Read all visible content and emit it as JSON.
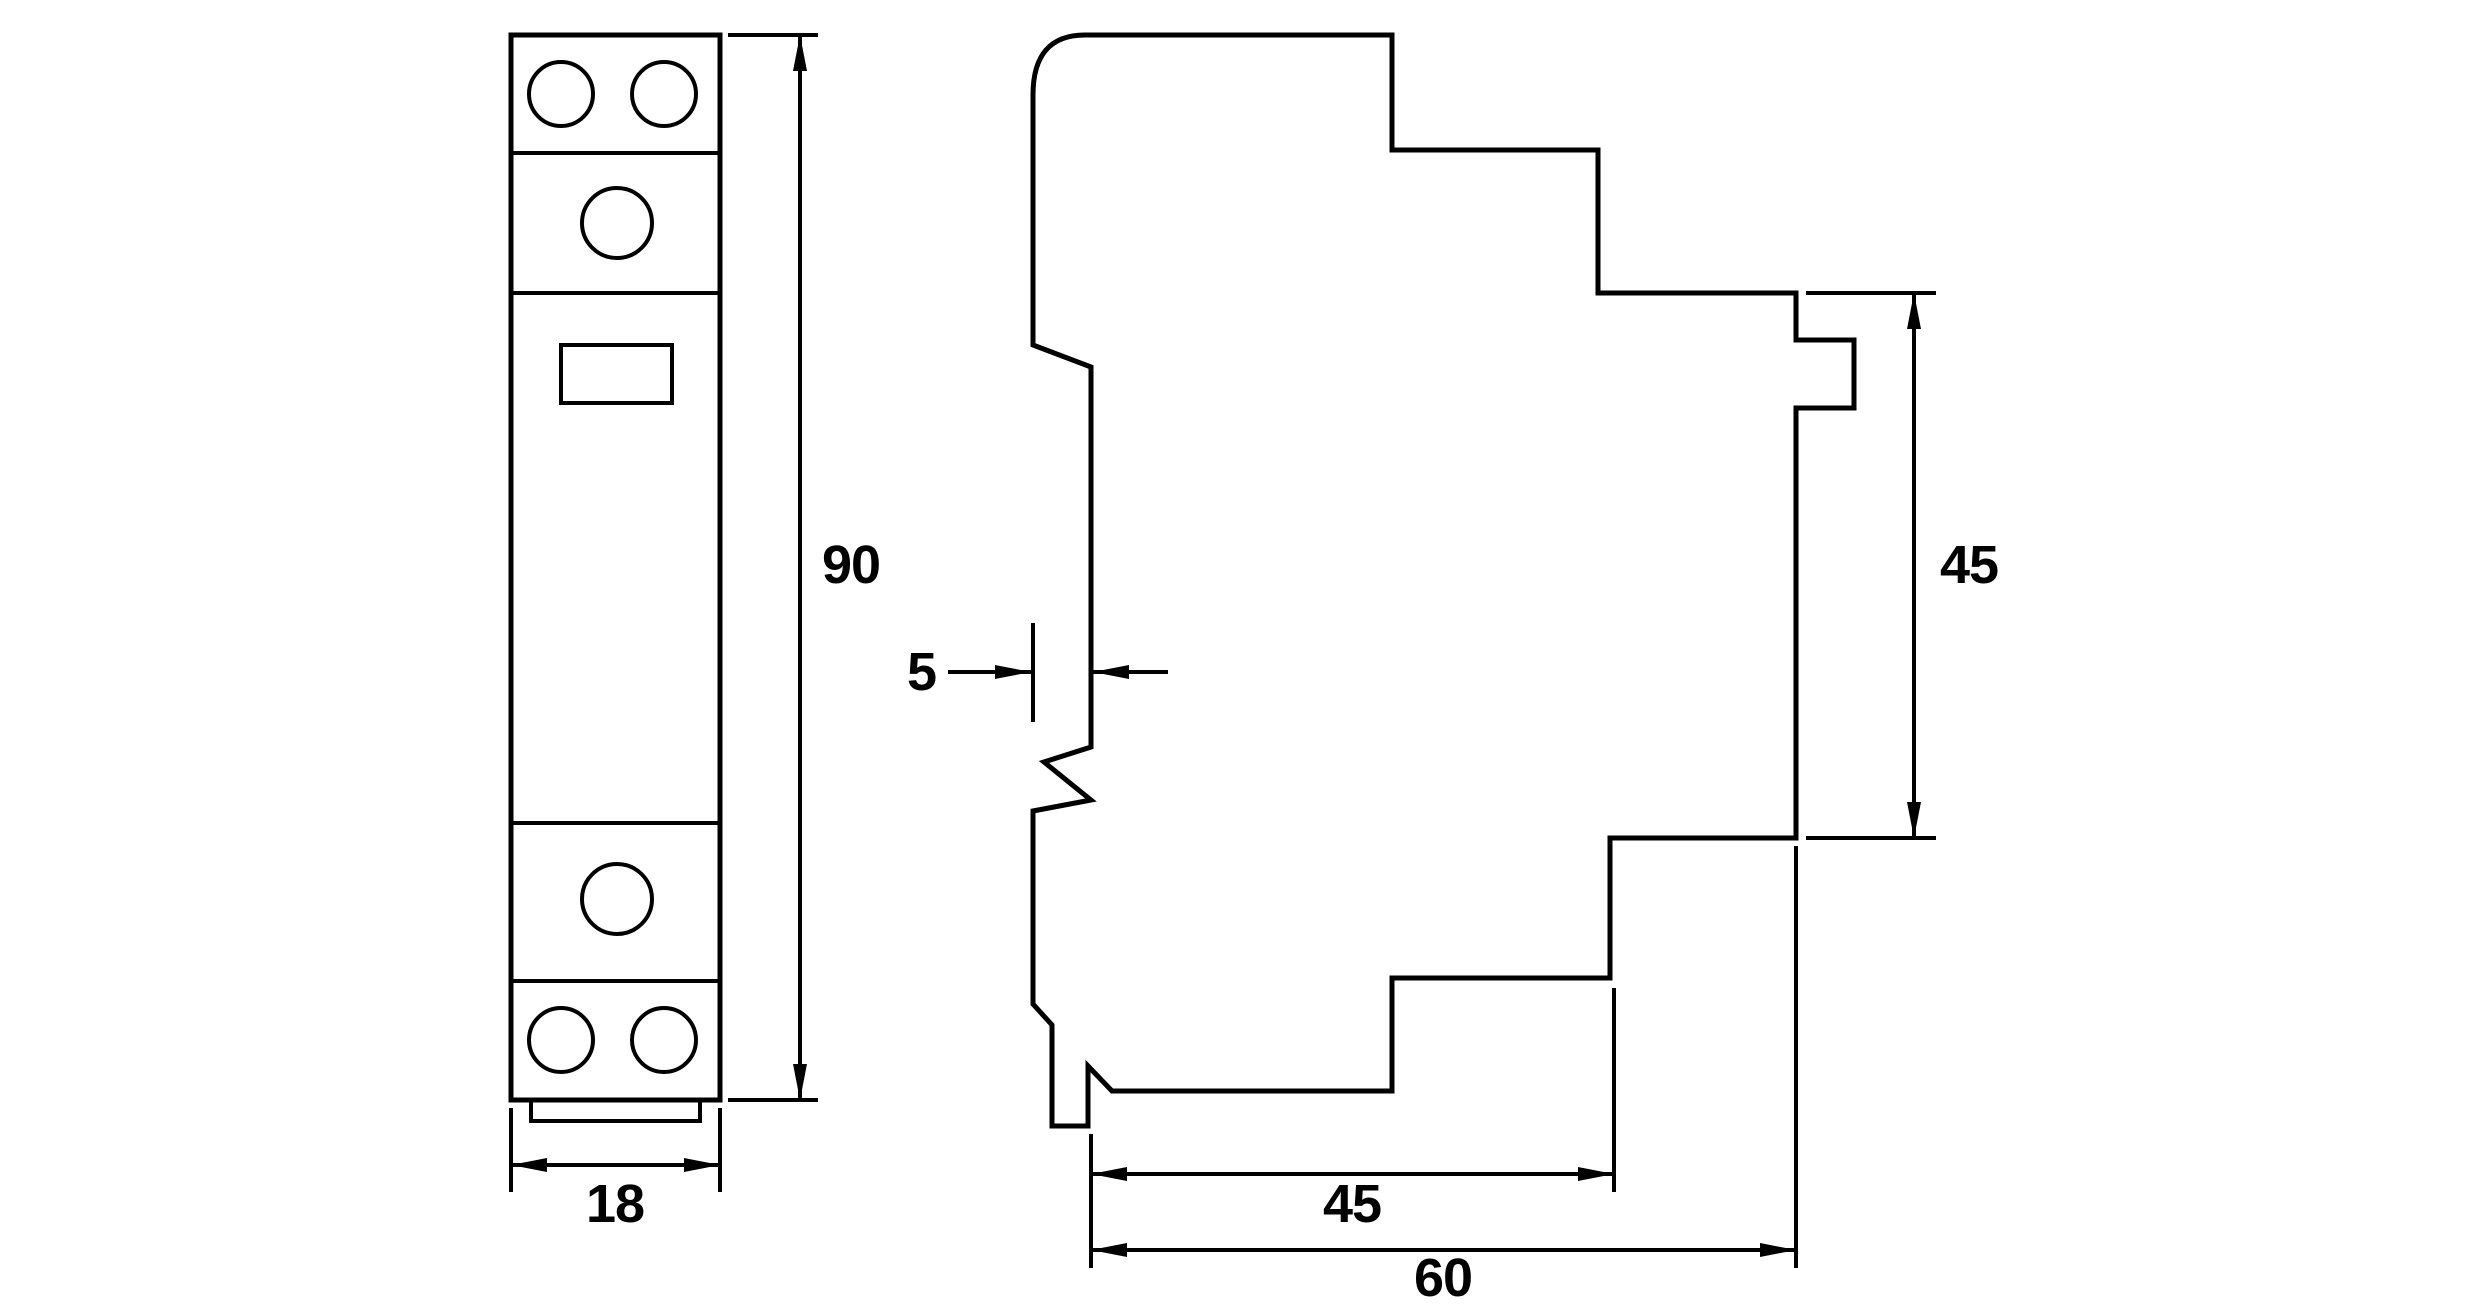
{
  "drawing": {
    "views": {
      "front": {
        "height_dim_label": "90",
        "width_dim_label": "18"
      },
      "side": {
        "clip_depth_dim_label": "5",
        "rear_height_dim_label": "45",
        "base_depth_dim_label": "45",
        "total_depth_dim_label": "60"
      }
    },
    "colors": {
      "line": "#000000",
      "background": "#ffffff"
    }
  }
}
